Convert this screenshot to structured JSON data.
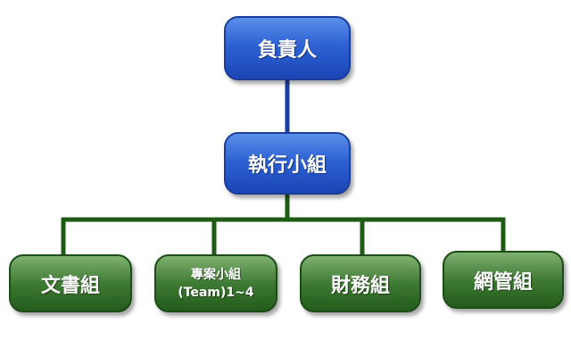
{
  "diagram": {
    "colors": {
      "top_fill": "#2e62d4",
      "team_fill": "#3f7a34",
      "top_connector": "#1a3da0",
      "team_connector": "#1d5a14"
    },
    "nodes": {
      "head": "負責人",
      "exec": "執行小組",
      "teams": [
        "文書組",
        "專案小組\n(Team)1~4",
        "財務組",
        "網管組"
      ]
    }
  }
}
